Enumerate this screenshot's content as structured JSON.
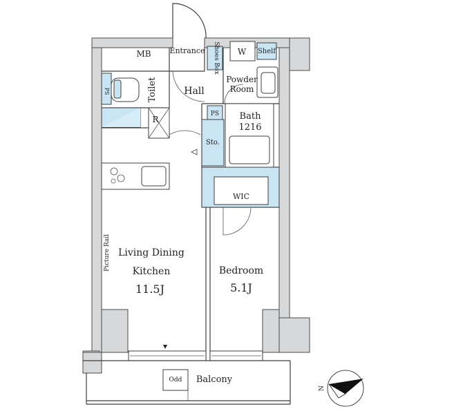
{
  "rooms": {
    "mb": "MB",
    "entrance": "Entrance",
    "shoes_box": "Shoes Box",
    "w": "W",
    "shelf": "Shelf",
    "ps_small": "PS",
    "toilet": "Toilet",
    "hall": "Hall",
    "powder_room_1": "Powder",
    "powder_room_2": "Room",
    "ps": "PS",
    "bath_1": "Bath",
    "bath_2": "1216",
    "r": "R",
    "sto": "Sto.",
    "wic": "WIC",
    "ldk_1": "Living Dining",
    "ldk_2": "Kitchen",
    "ldk_size": "11.5J",
    "picture_rail": "Picture Rail",
    "bedroom": "Bedroom",
    "bedroom_size": "5.1J",
    "odd": "Odd",
    "balcony": "Balcony",
    "compass_n": "N"
  },
  "colors": {
    "wall": "#d7d8da",
    "blue_fixture": "#c9e4f3",
    "line": "#3c3c3c"
  }
}
